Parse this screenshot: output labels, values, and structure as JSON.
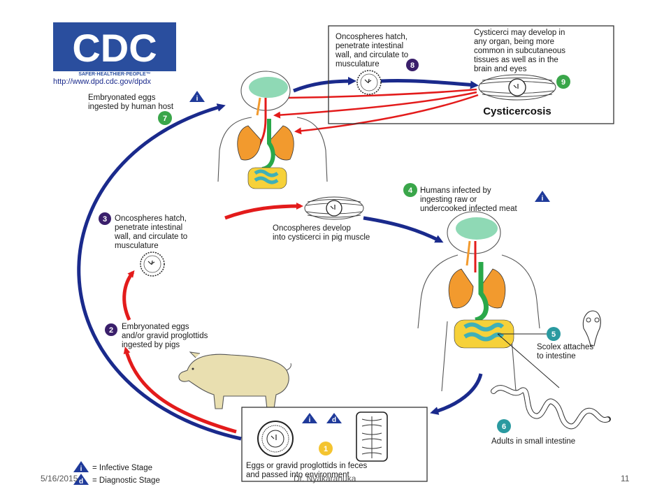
{
  "logo": {
    "text": "CDC",
    "tagline": "SAFER·HEALTHIER·PEOPLE™",
    "url": "http://www.dpd.cdc.gov/dpdx"
  },
  "stages": {
    "s1": {
      "num": "1",
      "lines": [
        "Eggs or gravid proglottids in feces",
        "and passed into environment"
      ]
    },
    "s2": {
      "num": "2",
      "lines": [
        "Embryonated eggs",
        "and/or gravid proglottids",
        "ingested by pigs"
      ]
    },
    "s3": {
      "num": "3",
      "lines": [
        "Oncospheres hatch,",
        "penetrate intestinal",
        "wall, and circulate to",
        "musculature"
      ]
    },
    "s3b": {
      "lines": [
        "Oncospheres develop",
        "into cysticerci in pig muscle"
      ]
    },
    "s4": {
      "num": "4",
      "lines": [
        "Humans infected by",
        "ingesting raw or",
        "undercooked infected meat"
      ]
    },
    "s5": {
      "num": "5",
      "lines": [
        "Scolex attaches",
        "to intestine"
      ]
    },
    "s6": {
      "num": "6",
      "lines": [
        "Adults in small intestine"
      ]
    },
    "s7": {
      "num": "7",
      "lines": [
        "Embryonated eggs",
        "ingested by human host"
      ]
    },
    "s8": {
      "num": "8",
      "lines": [
        "Oncospheres hatch,",
        "penetrate intestinal",
        "wall, and circulate to",
        "musculature"
      ]
    },
    "s9": {
      "num": "9",
      "lines": [
        "Cysticerci may develop in",
        "any organ, being more",
        "common in subcutaneous",
        "tissues as well as in the",
        "brain and eyes"
      ]
    }
  },
  "box_title": "Cysticercosis",
  "legend": {
    "infective_icon": "i",
    "diagnostic_icon": "d",
    "infective": "= Infective Stage",
    "diagnostic": "= Diagnostic Stage"
  },
  "footer": {
    "date": "5/16/2015",
    "author": "Dr. Nyakarahuka",
    "page": "11"
  },
  "colors": {
    "red_arrow": "#e31b1b",
    "blue_arrow": "#1a2a8c",
    "brain": "#8fd9b5",
    "lungs": "#f29a2e",
    "stomach": "#2aa84a",
    "intestine_small": "#3fb0b8",
    "intestine_large": "#f6d13a",
    "pig": "#e9dfb0",
    "num_purple": "#3a1f6b",
    "num_green": "#3aa64a",
    "num_teal": "#2a9aa0",
    "num_yellow": "#f4c430",
    "info_blue": "#1f3a9a"
  }
}
